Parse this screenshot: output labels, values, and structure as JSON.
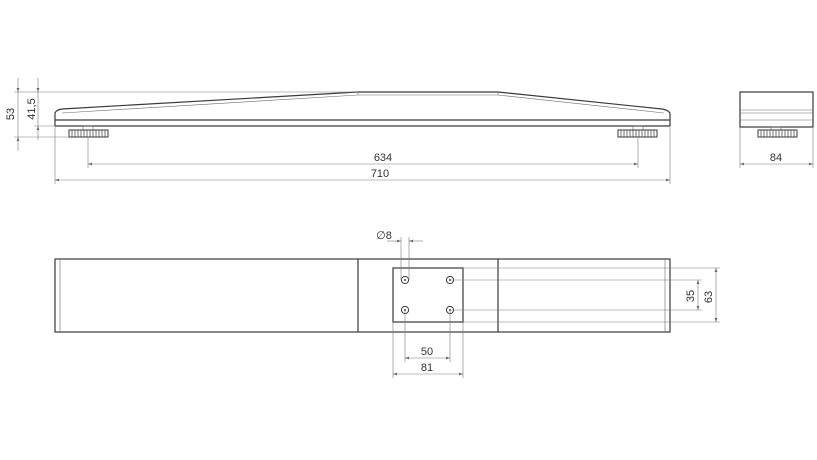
{
  "drawing": {
    "line_color": "#3a3a3a",
    "dimension_color": "#7a7a7a",
    "dimensions": {
      "total_height": "53",
      "profile_height": "41,5",
      "foot_spacing": "634",
      "overall_length": "710",
      "depth": "84",
      "hole_diameter": "8",
      "hole_spacing_x": "50",
      "plate_width": "81",
      "hole_spacing_y": "35",
      "plate_height": "63"
    },
    "symbols": {
      "diameter": "∅"
    }
  }
}
